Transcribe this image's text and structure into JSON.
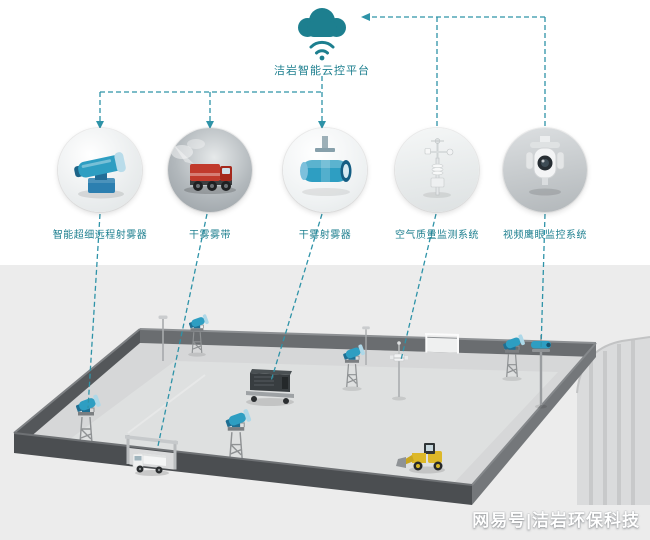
{
  "colors": {
    "accent": "#1d7f8f",
    "line": "#2e93a8",
    "scene-bg": "#ececec",
    "floor": "#d6d7d8",
    "wall-front": "#4b4e51",
    "wall-left": "#54575a",
    "wall-back": "#6a6d70",
    "wall-right": "#74777a",
    "cannon-blue": "#2e9ec2",
    "cannon-dark": "#1f6f93",
    "truck-red": "#c13a2c",
    "loader-yellow": "#ddb829",
    "watermark-text": "#ffffff"
  },
  "platform": {
    "label": "洁岩智能云控平台",
    "icon": "cloud-wifi-icon"
  },
  "devices": [
    {
      "id": "remote-fog-cannon",
      "icon": "remote-fog-cannon-icon",
      "label": "智能超细远程射雾器"
    },
    {
      "id": "spray-truck",
      "icon": "spray-truck-icon",
      "label": "干雾雾带"
    },
    {
      "id": "dry-fog-sprayer",
      "icon": "dry-fog-sprayer-icon",
      "label": "干雾射雾器"
    },
    {
      "id": "air-quality-monitor",
      "icon": "air-quality-station-icon",
      "label": "空气质量监测系统"
    },
    {
      "id": "video-camera",
      "icon": "ptz-camera-icon",
      "label": "视频鹰眼监控系统"
    }
  ],
  "watermark": {
    "text": "网易号|洁岩环保科技"
  }
}
